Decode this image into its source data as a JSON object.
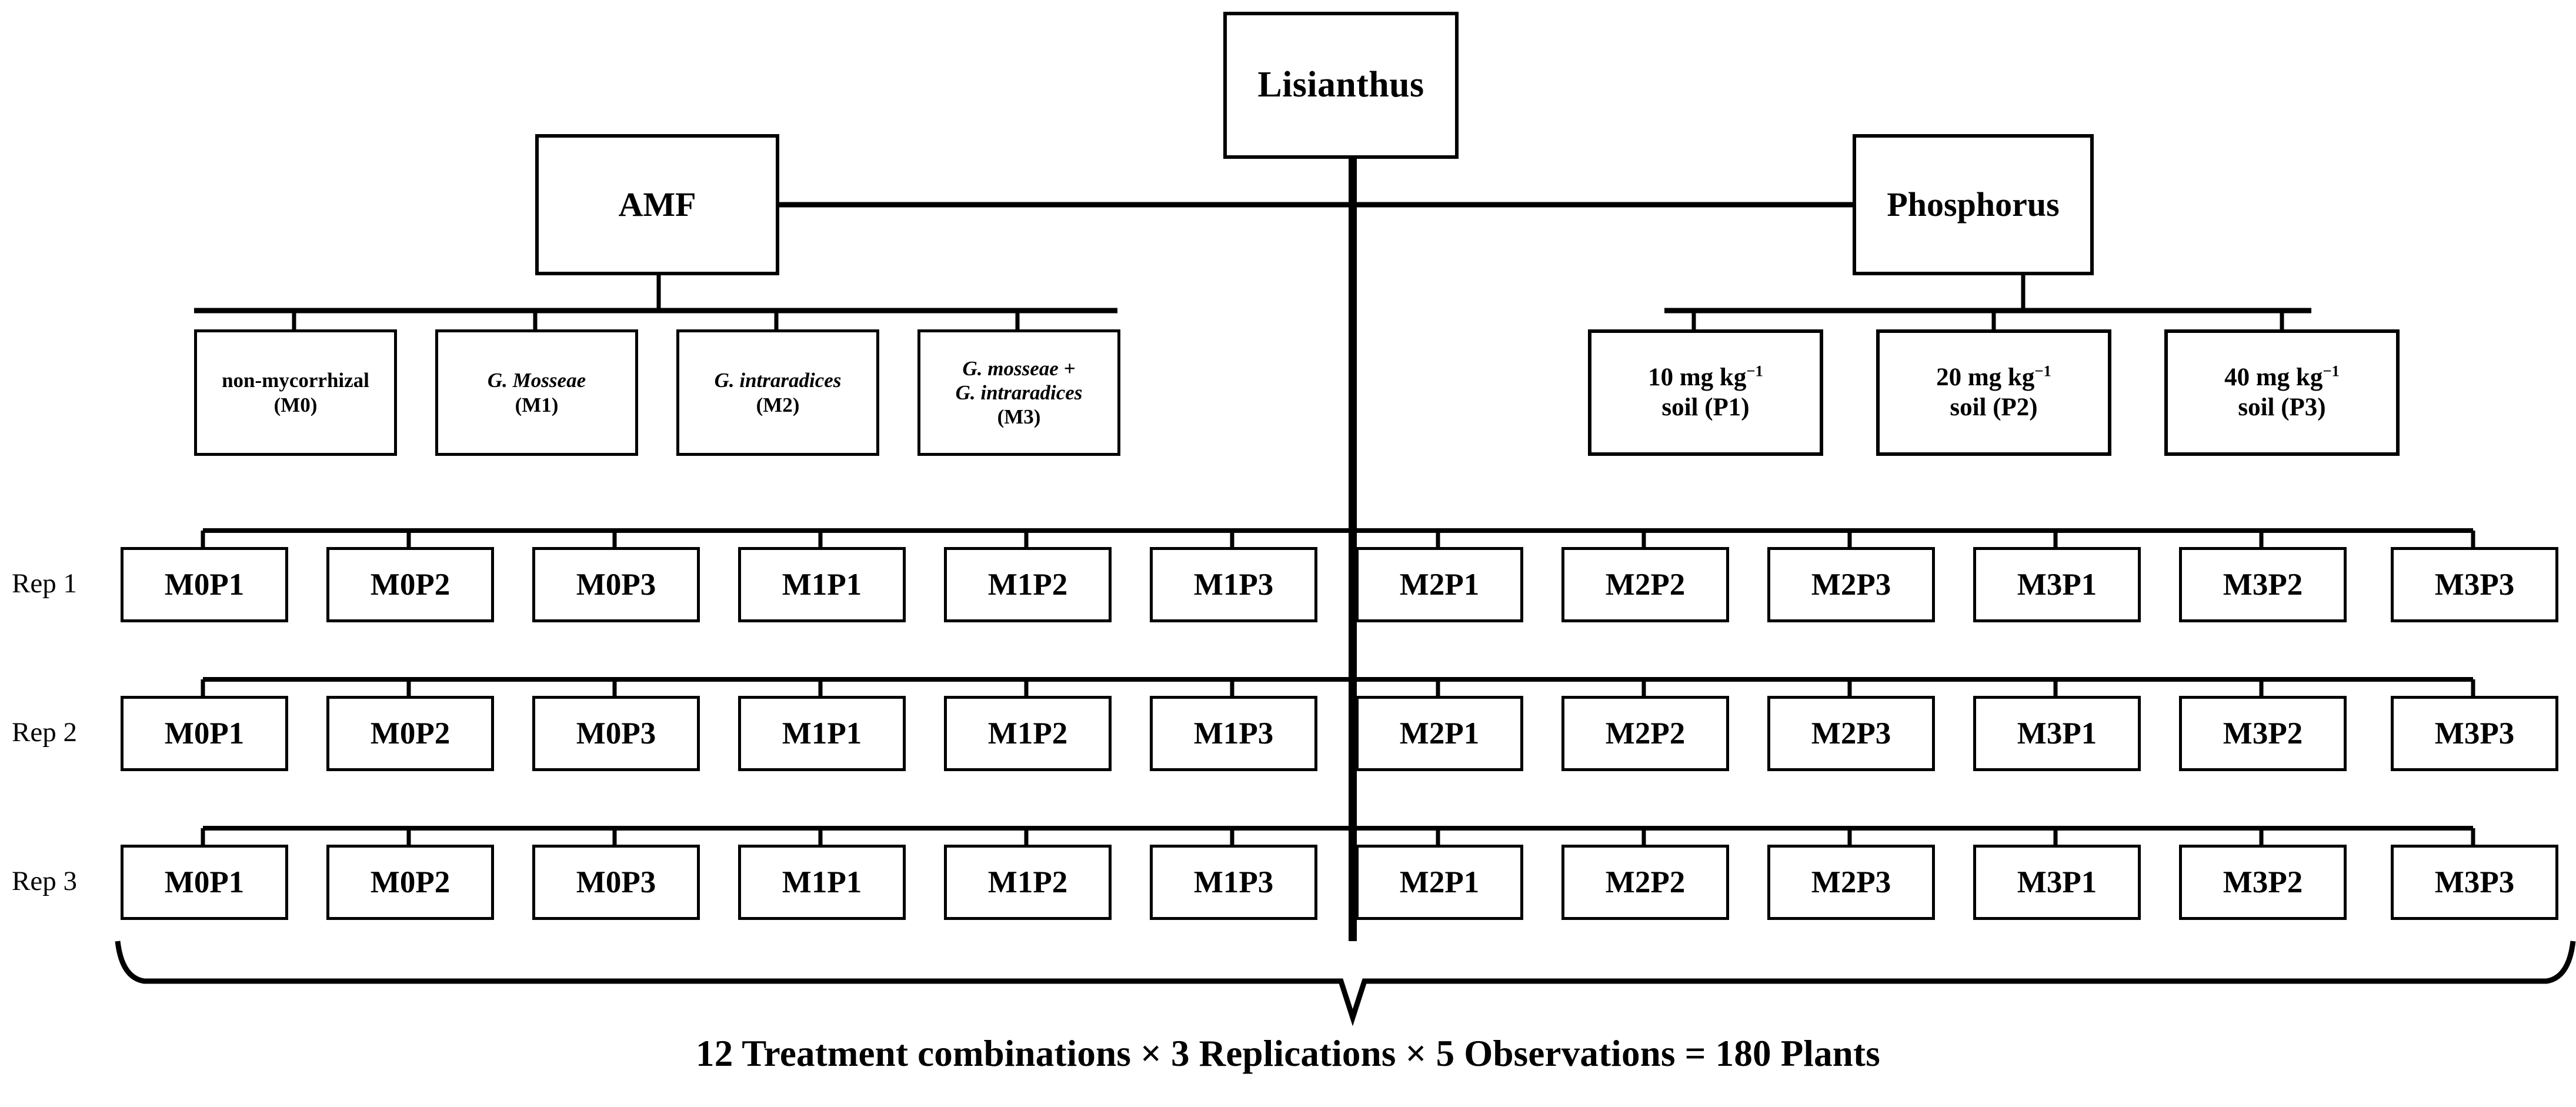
{
  "title": {
    "label": "Lisianthus"
  },
  "factors": [
    {
      "key": "amf",
      "label": "AMF"
    },
    {
      "key": "phosphorus",
      "label": "Phosphorus"
    }
  ],
  "amf_levels": [
    {
      "name": "non-mycorrhizal",
      "code": "(M0)",
      "italic": false,
      "name2": ""
    },
    {
      "name": "G. Mosseae",
      "code": "(M1)",
      "italic": true,
      "name2": ""
    },
    {
      "name": "G. intraradices",
      "code": "(M2)",
      "italic": true,
      "name2": ""
    },
    {
      "name": "G. mosseae +",
      "name2": "G. intraradices",
      "code": "(M3)",
      "italic": true
    }
  ],
  "phosphorus_levels": [
    {
      "amount": "10",
      "unit": "mg kg",
      "exponent": "−1",
      "soil": "soil (P1)"
    },
    {
      "amount": "20",
      "unit": "mg kg",
      "exponent": "−1",
      "soil": "soil (P2)"
    },
    {
      "amount": "40",
      "unit": "mg kg",
      "exponent": "−1",
      "soil": "soil (P3)"
    }
  ],
  "replications": [
    {
      "label": "Rep 1",
      "cells": [
        "M0P1",
        "M0P2",
        "M0P3",
        "M1P1",
        "M1P2",
        "M1P3",
        "M2P1",
        "M2P2",
        "M2P3",
        "M3P1",
        "M3P2",
        "M3P3"
      ]
    },
    {
      "label": "Rep 2",
      "cells": [
        "M0P1",
        "M0P2",
        "M0P3",
        "M1P1",
        "M1P2",
        "M1P3",
        "M2P1",
        "M2P2",
        "M2P3",
        "M3P1",
        "M3P2",
        "M3P3"
      ]
    },
    {
      "label": "Rep 3",
      "cells": [
        "M0P1",
        "M0P2",
        "M0P3",
        "M1P1",
        "M1P2",
        "M1P3",
        "M2P1",
        "M2P2",
        "M2P3",
        "M3P1",
        "M3P2",
        "M3P3"
      ]
    }
  ],
  "summary": {
    "text": "12 Treatment combinations × 3 Replications  × 5 Observations = 180 Plants"
  },
  "colors": {
    "line": "#000000",
    "background": "#ffffff",
    "text": "#000000"
  }
}
